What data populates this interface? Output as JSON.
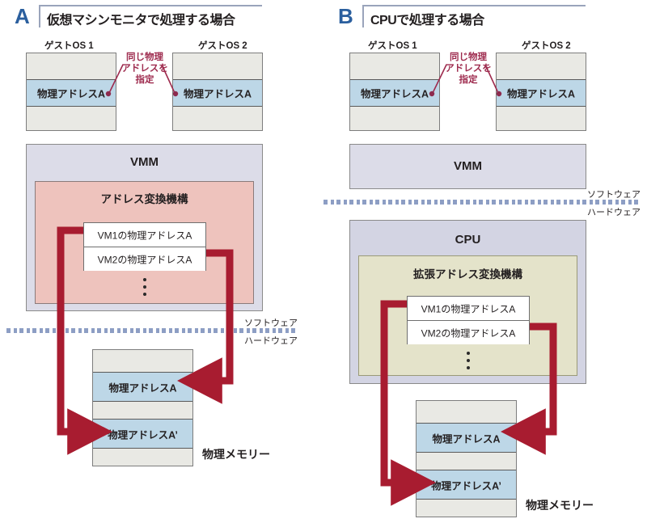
{
  "panels": [
    {
      "letter": "A",
      "title": "仮想マシンモニタで処理する場合",
      "guest1_label": "ゲストOS 1",
      "guest2_label": "ゲストOS 2",
      "guest_addr": "物理アドレスA",
      "annotation": [
        "同じ物理",
        "アドレスを",
        "指定"
      ],
      "vmm_caption": "VMM",
      "translator_caption": "アドレス変換機構",
      "vm_entries": [
        "VM1の物理アドレスA",
        "VM2の物理アドレスA"
      ],
      "software_label": "ソフトウェア",
      "hardware_label": "ハードウェア",
      "memory_label": "物理メモリー",
      "memory_rows": [
        "",
        "物理アドレスA",
        "",
        "物理アドレスA’",
        ""
      ]
    },
    {
      "letter": "B",
      "title": "CPUで処理する場合",
      "guest1_label": "ゲストOS 1",
      "guest2_label": "ゲストOS 2",
      "guest_addr": "物理アドレスA",
      "annotation": [
        "同じ物理",
        "アドレスを",
        "指定"
      ],
      "vmm_caption": "VMM",
      "cpu_caption": "CPU",
      "translator_caption": "拡張アドレス変換機構",
      "vm_entries": [
        "VM1の物理アドレスA",
        "VM2の物理アドレスA"
      ],
      "software_label": "ソフトウェア",
      "hardware_label": "ハードウェア",
      "memory_label": "物理メモリー",
      "memory_rows": [
        "",
        "物理アドレスA",
        "",
        "物理アドレスA’",
        ""
      ]
    }
  ],
  "colors": {
    "letter_blue": "#2b5f9e",
    "guest_blue": "#bdd7e7",
    "gray_row": "#e9e9e4",
    "vmm_lavender": "#dcdce8",
    "cpu_lavender": "#d3d4e3",
    "translator_pink": "#eec3bd",
    "translator_khaki": "#e4e3ca",
    "arrow_red": "#a81c30",
    "annotation_red": "#9e2b4e",
    "divider_blue": "#8d9ec4"
  }
}
